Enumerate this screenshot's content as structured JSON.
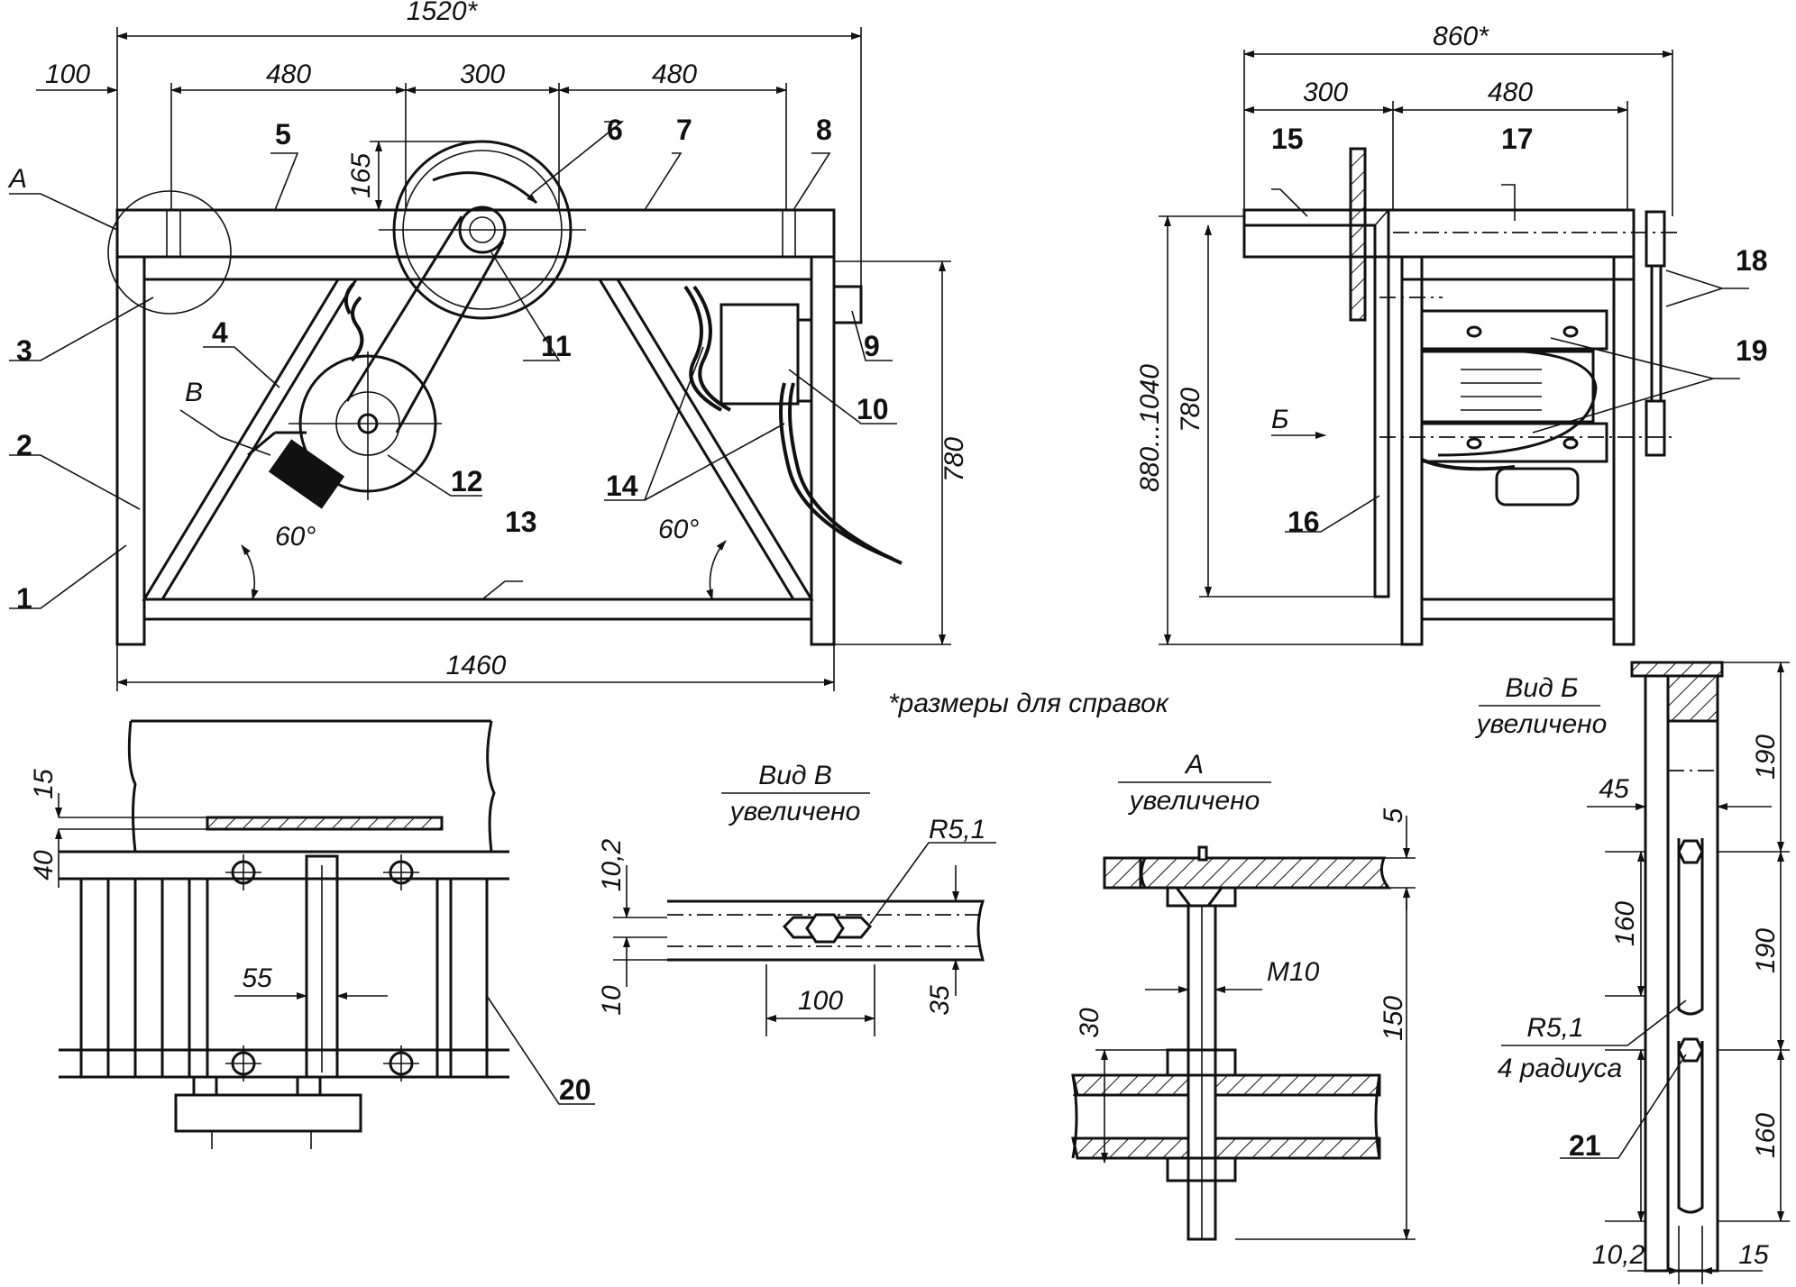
{
  "note": "*размеры для справок",
  "front_view": {
    "dims": {
      "overall_top": "1520*",
      "left_offset": "100",
      "span_left": "480",
      "span_center": "300",
      "span_right": "480",
      "bottom": "1460",
      "height_right": "780",
      "pulley_offset": "165",
      "angle_left": "60°",
      "angle_right": "60°"
    },
    "labels": [
      "1",
      "2",
      "3",
      "4",
      "5",
      "6",
      "7",
      "8",
      "9",
      "10",
      "11",
      "12",
      "13",
      "14"
    ],
    "detail_letters": {
      "a": "А",
      "b": "В"
    }
  },
  "side_view": {
    "dims": {
      "overall_top": "860*",
      "left": "300",
      "right": "480",
      "height_total": "880...1040",
      "height_frame": "780"
    },
    "labels": [
      "15",
      "16",
      "17",
      "18",
      "19"
    ],
    "view_letter": "Б"
  },
  "top_view": {
    "dims": {
      "d15": "15",
      "d40": "40",
      "d55": "55"
    },
    "labels": [
      "20"
    ]
  },
  "view_v": {
    "title": "Вид В",
    "subtitle": "увеличено",
    "dims": {
      "radius": "R5,1",
      "d10_2": "10,2",
      "d10": "10",
      "d100": "100",
      "d35": "35"
    }
  },
  "detail_a": {
    "title": "А",
    "subtitle": "увеличено",
    "dims": {
      "d5": "5",
      "thread": "M10",
      "d30": "30",
      "d150": "150"
    }
  },
  "view_b": {
    "title": "Вид Б",
    "subtitle": "увеличено",
    "dims": {
      "d190a": "190",
      "d190b": "190",
      "d45": "45",
      "d160a": "160",
      "d160b": "160",
      "radius": "R5,1",
      "radius_note": "4 радиуса",
      "d10_2": "10,2",
      "d15": "15"
    },
    "labels": [
      "21"
    ]
  }
}
